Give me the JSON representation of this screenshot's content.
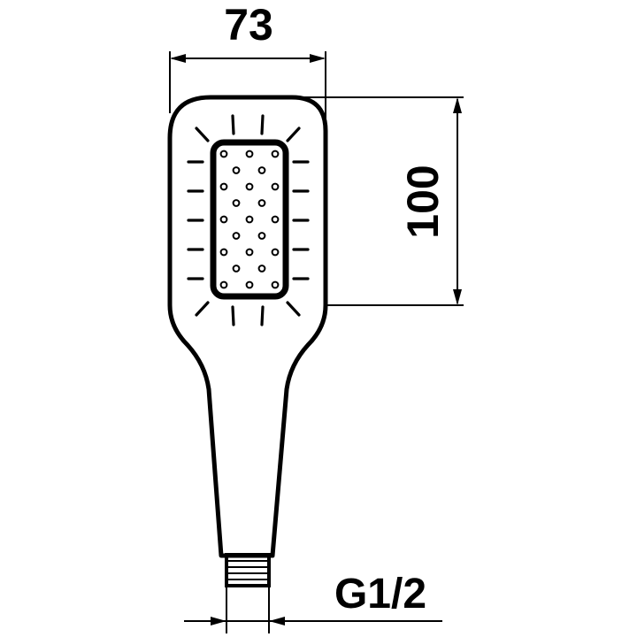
{
  "drawing": {
    "dimensions": {
      "width_label": "73",
      "height_label": "100",
      "thread_label": "G1/2"
    },
    "head": {
      "outer_nozzle_rows": 5,
      "inner_nozzle_rows": 9,
      "inner_nozzle_cols": 3
    }
  }
}
